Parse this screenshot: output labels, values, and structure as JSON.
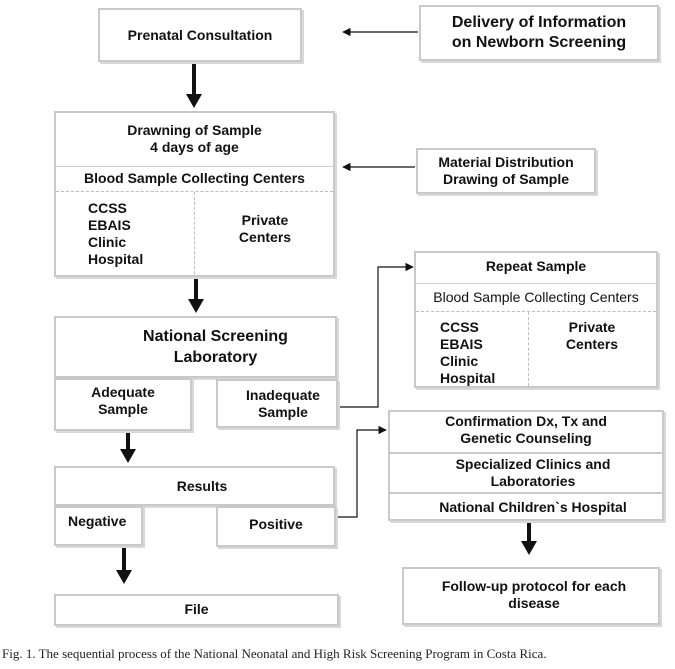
{
  "prenatal": {
    "title": "Prenatal Consultation"
  },
  "delivery_info": {
    "title": "Delivery of Information\non Newborn Screening"
  },
  "drawing": {
    "title": "Drawning of Sample\n4 days of age",
    "centers_header": "Blood Sample Collecting Centers",
    "public_centers": "CCSS\nEBAIS\nClinic\nHospital",
    "private_centers": "Private\nCenters"
  },
  "material": {
    "title": "Material Distribution\nDrawing of Sample"
  },
  "lab": {
    "title": "National Screening\nLaboratory",
    "adequate": "Adequate\nSample",
    "inadequate": "Inadequate\nSample"
  },
  "repeat": {
    "title": "Repeat Sample",
    "centers_header": "Blood Sample Collecting Centers",
    "public_centers": "CCSS\nEBAIS\nClinic\nHospital",
    "private_centers": "Private\nCenters"
  },
  "results": {
    "title": "Results",
    "negative": "Negative",
    "positive": "Positive"
  },
  "file": {
    "title": "File"
  },
  "confirmation": {
    "title": "Confirmation Dx, Tx and\nGenetic Counseling",
    "clinics": "Specialized Clinics and\nLaboratories",
    "hospital": "National Children`s Hospital"
  },
  "followup": {
    "title": "Follow-up protocol for each\ndisease"
  },
  "caption": "Fig. 1. The sequential process of the National Neonatal and High Risk Screening Program in Costa Rica."
}
